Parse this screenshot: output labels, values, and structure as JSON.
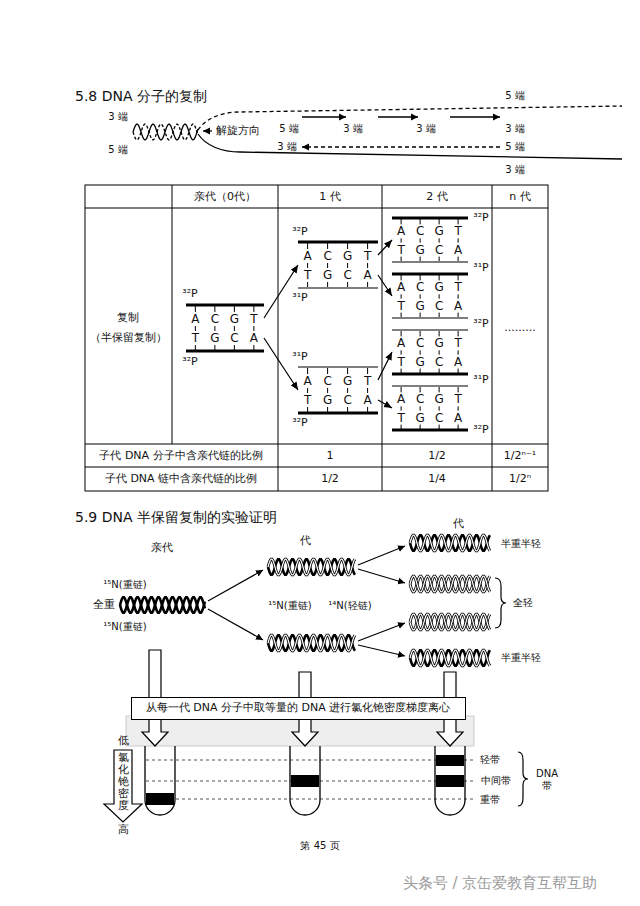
{
  "diagram": {
    "title": "5.8 DNA 分子的复制",
    "nodes": [
      {
        "text": [
          "A",
          "C",
          "G",
          "T",
          "T",
          "G",
          "C",
          "A"
        ]
      },
      {
        "text": [
          "A",
          "C",
          "G",
          "T",
          "T",
          "G",
          "C",
          "A"
        ]
      },
      {
        "text": [
          "A",
          "C",
          "G",
          "T",
          "T",
          "G",
          "C",
          "A"
        ]
      },
      {
        "text": [
          "A",
          "C",
          "G",
          "T",
          "T",
          "G",
          "C",
          "A"
        ]
      },
      {
        "text": [
          "A",
          "C",
          "G",
          "T",
          "T",
          "G",
          "C",
          "A"
        ]
      },
      {
        "text": [
          "A",
          "C",
          "G",
          "T",
          "T",
          "G",
          "C",
          "A"
        ]
      },
      {
        "text": [
          "A",
          "C",
          "G",
          "T",
          "T",
          "G",
          "C",
          "A"
        ]
      },
      {
        "text": [
          "从每一代 DNA 分子中取等量的 DNA 进行氯化铯密度梯度离心"
        ]
      }
    ],
    "edges": [
      {
        "from": 0,
        "to": 1,
        "arrow": "to"
      },
      {
        "from": 0,
        "to": 2,
        "arrow": "to"
      },
      {
        "from": 1,
        "to": 3,
        "arrow": "to"
      },
      {
        "from": 1,
        "to": 4,
        "arrow": "to"
      },
      {
        "from": 2,
        "to": 5,
        "arrow": "to"
      },
      {
        "from": 2,
        "to": 6,
        "arrow": "to"
      }
    ],
    "labels": [
      "3 端",
      "5 端",
      "解旋方向",
      "5 端",
      "3 端",
      "3 端",
      "5 端",
      "3 端",
      "3 端",
      "5 端",
      "3 端",
      "亲代（0代）",
      "1 代",
      "2 代",
      "n 代",
      "复制",
      "（半保留复制）",
      ".........",
      "子代 DNA 分子中含亲代链的比例",
      "1",
      "1/2",
      "1/2ⁿ⁻¹",
      "子代 DNA 链中含亲代链的比例",
      "1/2",
      "1/4",
      "1/2ⁿ",
      "³²P",
      "³²P",
      "³²P",
      "³¹P",
      "³¹P",
      "³²P",
      "³²P",
      "³¹P",
      "³²P",
      "³¹P",
      "³²P",
      "5.9 DNA 半保留复制的实验证明",
      "亲代",
      "代",
      "代",
      "¹⁵N(重链)",
      "全重",
      "¹⁵N(重链)",
      "¹⁵N(重链)",
      "¹⁴N(轻链)",
      "半重半轻",
      "全轻",
      "半重半轻",
      "低",
      "氯化铯密度",
      "高",
      "轻带",
      "中间带",
      "重带",
      "DNA 带",
      "第 45 页",
      "头条号 / 京缶爱教育互帮互助"
    ]
  }
}
